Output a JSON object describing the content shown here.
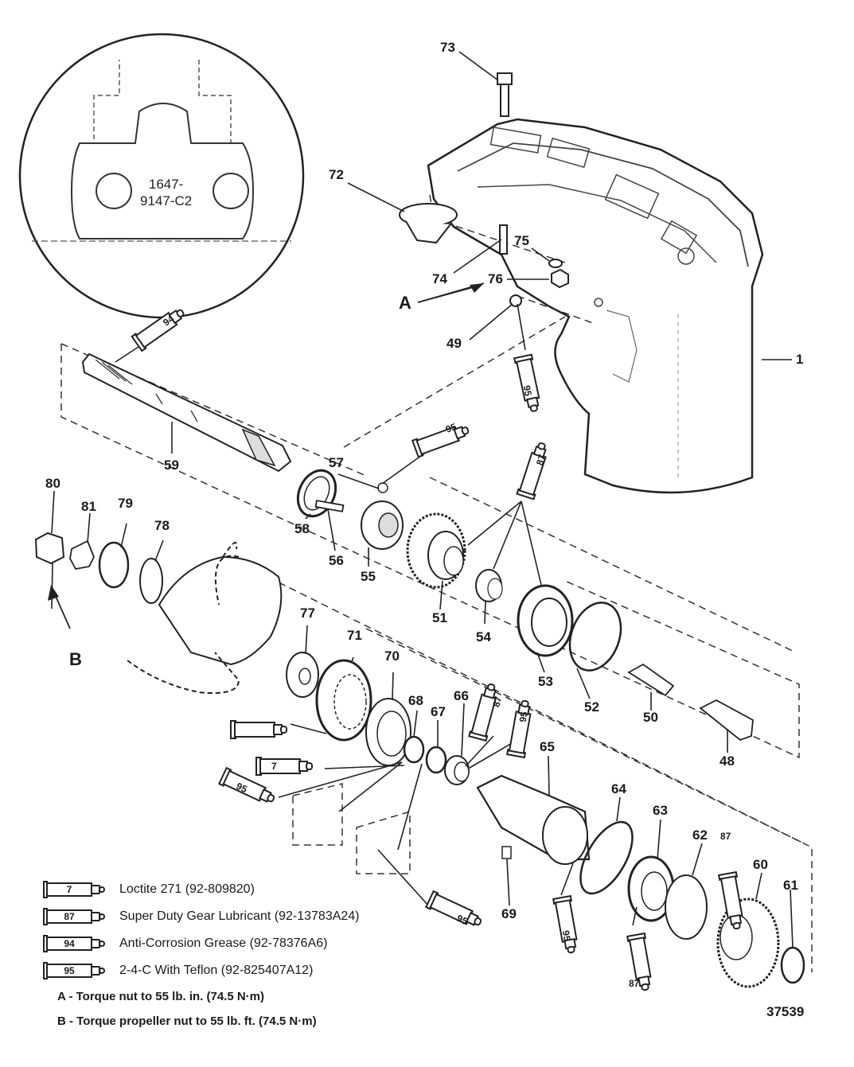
{
  "callouts": {
    "c1": "1",
    "c48": "48",
    "c49": "49",
    "c50": "50",
    "c51": "51",
    "c52": "52",
    "c53": "53",
    "c54": "54",
    "c55": "55",
    "c56": "56",
    "c57": "57",
    "c58": "58",
    "c59": "59",
    "c60": "60",
    "c61": "61",
    "c62": "62",
    "c63": "63",
    "c64": "64",
    "c65": "65",
    "c66": "66",
    "c67": "67",
    "c68": "68",
    "c69": "69",
    "c70": "70",
    "c71": "71",
    "c72": "72",
    "c73": "73",
    "c74": "74",
    "c75": "75",
    "c76": "76",
    "c77": "77",
    "c78": "78",
    "c79": "79",
    "c80": "80",
    "c81": "81"
  },
  "letters": {
    "a": "A",
    "b": "B"
  },
  "circle_code": {
    "line1": "1647-",
    "line2": "9147-C2"
  },
  "tube_labels": {
    "t7": "7",
    "t87": "87",
    "t94": "94",
    "t95": "95"
  },
  "legend": [
    {
      "code": "7",
      "text": "Loctite 271 (92-809820)"
    },
    {
      "code": "87",
      "text": "Super Duty Gear Lubricant (92-13783A24)"
    },
    {
      "code": "94",
      "text": "Anti-Corrosion Grease (92-78376A6)"
    },
    {
      "code": "95",
      "text": "2-4-C  With Teflon (92-825407A12)"
    }
  ],
  "notes": {
    "a": "A - Torque nut to 55 lb. in. (74.5 N·m)",
    "b": "B - Torque propeller nut to 55 lb. ft. (74.5 N·m)"
  },
  "figure_number": "37539"
}
